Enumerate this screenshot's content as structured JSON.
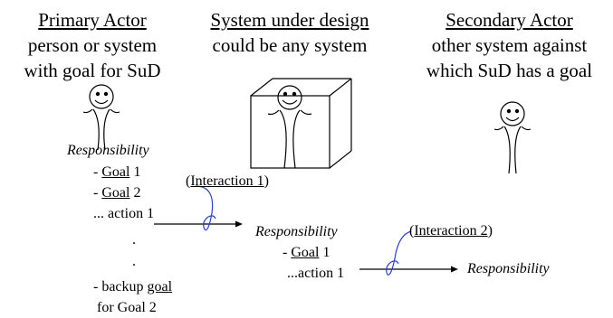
{
  "primary": {
    "heading": "Primary Actor",
    "line1": "person or system",
    "line2": "with goal for SuD"
  },
  "system": {
    "heading": "System under design",
    "line1": "could be any system"
  },
  "secondary": {
    "heading": "Secondary Actor",
    "line1": "other system against",
    "line2": "which SuD has a goal"
  },
  "primary_resp": {
    "title": "Responsibility",
    "goal1_prefix": "- ",
    "goal1_word": "Goal",
    "goal1_suffix": " 1",
    "goal2_prefix": "- ",
    "goal2_word": "Goal",
    "goal2_suffix": " 2",
    "action": "... action 1",
    "dot": ".",
    "backup_prefix": "- backup ",
    "backup_word": "goal",
    "backup_line2": "for Goal 2"
  },
  "interaction1": {
    "open": "(",
    "label": "Interaction 1",
    "close": ")"
  },
  "system_resp": {
    "title": "Responsibility",
    "goal1_prefix": "- ",
    "goal1_word": "Goal",
    "goal1_suffix": " 1",
    "action": "...action 1"
  },
  "interaction2": {
    "open": "(",
    "label": "Interaction 2",
    "close": ")"
  },
  "secondary_resp": {
    "title": "Responsibility"
  }
}
